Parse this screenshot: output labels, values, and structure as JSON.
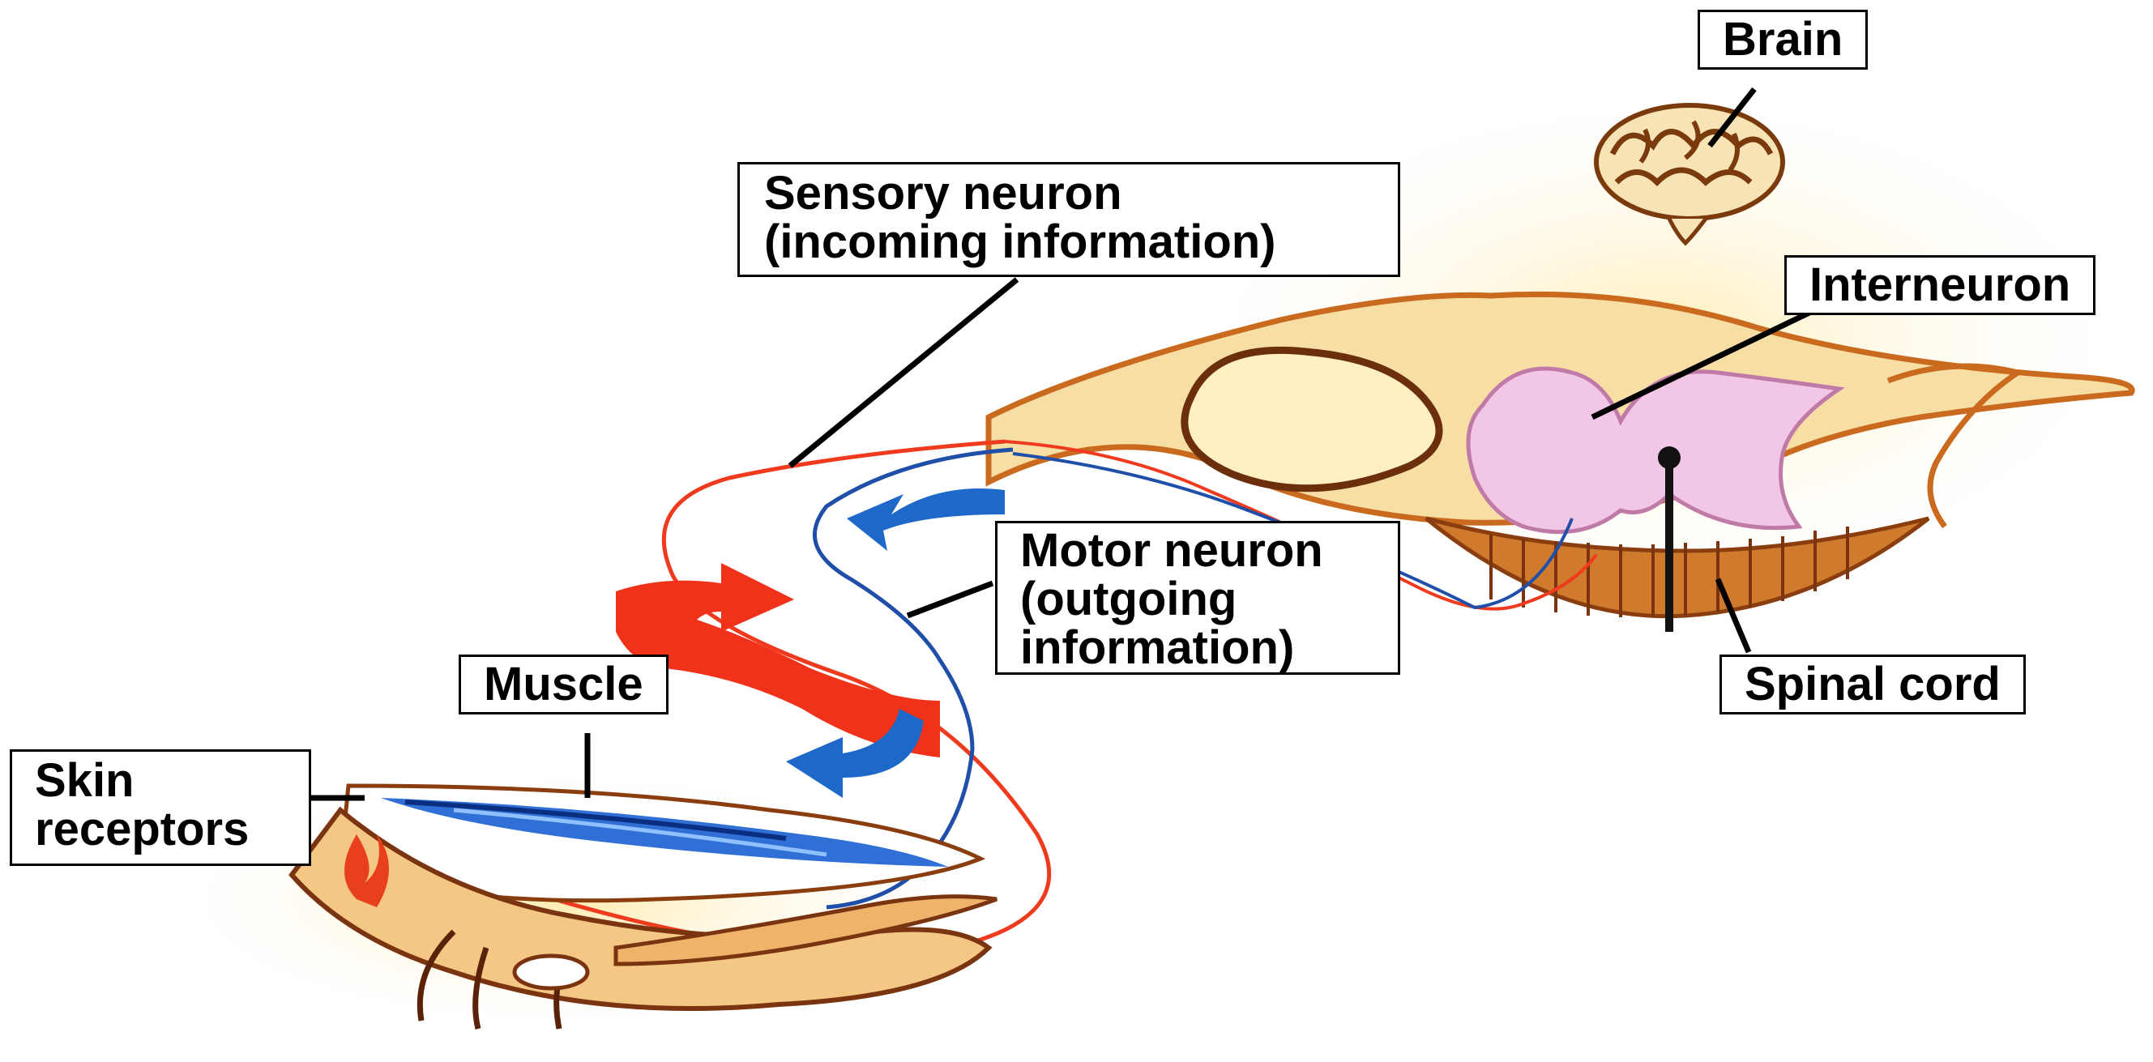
{
  "labels": {
    "brain": "Brain",
    "sensory_neuron": [
      "Sensory neuron",
      "(incoming information)"
    ],
    "interneuron": "Interneuron",
    "motor_neuron": [
      "Motor neuron",
      "(outgoing",
      "information)"
    ],
    "muscle": "Muscle",
    "skin_receptors": [
      "Skin",
      "receptors"
    ],
    "spinal_cord": "Spinal cord"
  },
  "colors": {
    "sensory_path": "#f03a1e",
    "motor_path": "#1f4fa8",
    "motor_arrow": "#1d68c9",
    "sensory_arrow": "#f0321a",
    "tissue": "#c9782a",
    "grey_matter": "#f2c6e6",
    "outline": "#000000"
  }
}
